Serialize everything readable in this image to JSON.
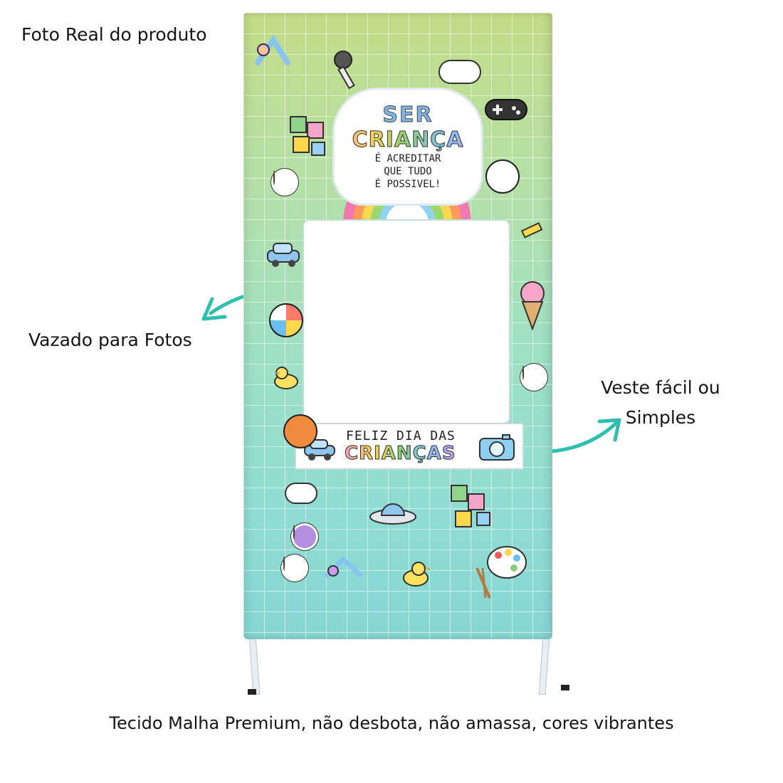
{
  "annotations": {
    "top": "Foto Real do produto",
    "left": "Vazado para Fotos",
    "right_line1": "Veste fácil ou",
    "right_line2": "Simples",
    "bottom": "Tecido Malha Premium, não desbota, não amassa, cores vibrantes"
  },
  "banner": {
    "headline": {
      "line1": "SER",
      "line2": "CRIANÇA",
      "line3": "É ACREDITAR",
      "line4": "QUE TUDO",
      "line5": "É POSSIVEL!"
    },
    "sign": {
      "line1": "FELIZ DIA DAS",
      "line2": "CRIANÇAS"
    }
  },
  "colors": {
    "arrow": "#2fbfae",
    "banner_top": "#c2dc86",
    "banner_bottom": "#86d6d2"
  },
  "stickers": [
    "hair-clip",
    "microphone",
    "cloud",
    "puzzle",
    "game-controller",
    "flower",
    "soccer-ball",
    "car",
    "pencil",
    "beach-ball",
    "ice-cream",
    "duck",
    "basketball",
    "camera",
    "ufo",
    "palette",
    "paintbrushes"
  ]
}
